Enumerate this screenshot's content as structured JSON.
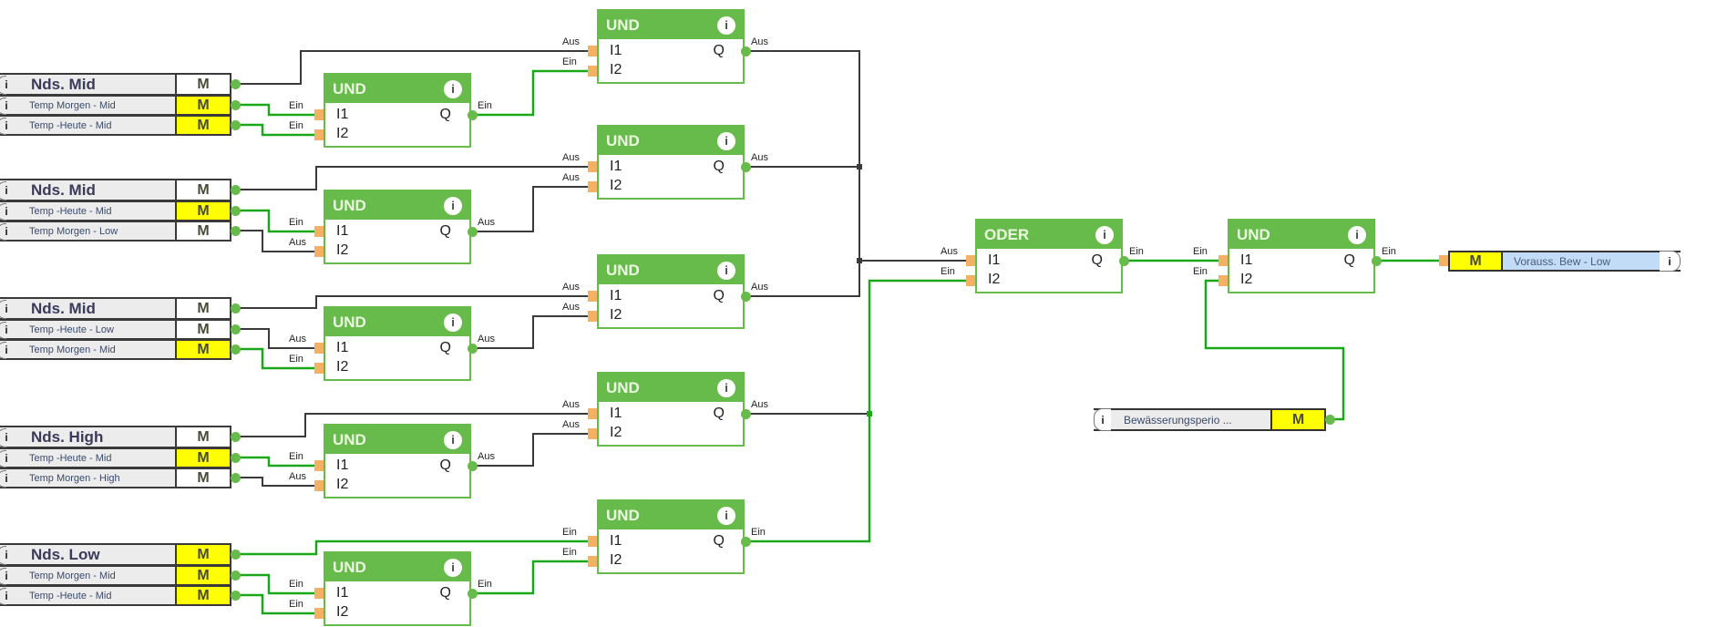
{
  "colors": {
    "block_green": "#66bb4a",
    "wire_on": "#1aa81a",
    "wire_off": "#3a3a3a",
    "pin_orange": "#f4b164",
    "marker_yellow": "#ffff00",
    "output_blue": "#c2dcf8"
  },
  "icons": {
    "info": "i"
  },
  "groups": [
    {
      "inputs": [
        {
          "name": "Nds. Mid",
          "value": "M",
          "active": false
        },
        {
          "name": "Temp Morgen - Mid",
          "value": "M",
          "active": true
        },
        {
          "name": "Temp -Heute - Mid",
          "value": "M",
          "active": true
        }
      ],
      "inner_and": {
        "title": "UND",
        "i1": "I1",
        "i2": "I2",
        "q": "Q",
        "in1_label": "Ein",
        "in2_label": "Ein",
        "out_label": "Ein"
      },
      "outer_and": {
        "title": "UND",
        "i1": "I1",
        "i2": "I2",
        "q": "Q",
        "in1_label": "Aus",
        "in2_label": "Ein",
        "out_label": "Aus"
      }
    },
    {
      "inputs": [
        {
          "name": "Nds. Mid",
          "value": "M",
          "active": false
        },
        {
          "name": "Temp -Heute - Mid",
          "value": "M",
          "active": true
        },
        {
          "name": "Temp Morgen - Low",
          "value": "M",
          "active": false
        }
      ],
      "inner_and": {
        "title": "UND",
        "i1": "I1",
        "i2": "I2",
        "q": "Q",
        "in1_label": "Ein",
        "in2_label": "Aus",
        "out_label": "Aus"
      },
      "outer_and": {
        "title": "UND",
        "i1": "I1",
        "i2": "I2",
        "q": "Q",
        "in1_label": "Aus",
        "in2_label": "Aus",
        "out_label": "Aus"
      }
    },
    {
      "inputs": [
        {
          "name": "Nds. Mid",
          "value": "M",
          "active": false
        },
        {
          "name": "Temp -Heute - Low",
          "value": "M",
          "active": false
        },
        {
          "name": "Temp Morgen - Mid",
          "value": "M",
          "active": true
        }
      ],
      "inner_and": {
        "title": "UND",
        "i1": "I1",
        "i2": "I2",
        "q": "Q",
        "in1_label": "Aus",
        "in2_label": "Ein",
        "out_label": "Aus"
      },
      "outer_and": {
        "title": "UND",
        "i1": "I1",
        "i2": "I2",
        "q": "Q",
        "in1_label": "Aus",
        "in2_label": "Aus",
        "out_label": "Aus"
      }
    },
    {
      "inputs": [
        {
          "name": "Nds. High",
          "value": "M",
          "active": false
        },
        {
          "name": "Temp -Heute - Mid",
          "value": "M",
          "active": true
        },
        {
          "name": "Temp Morgen - High",
          "value": "M",
          "active": false
        }
      ],
      "inner_and": {
        "title": "UND",
        "i1": "I1",
        "i2": "I2",
        "q": "Q",
        "in1_label": "Ein",
        "in2_label": "Aus",
        "out_label": "Aus"
      },
      "outer_and": {
        "title": "UND",
        "i1": "I1",
        "i2": "I2",
        "q": "Q",
        "in1_label": "Aus",
        "in2_label": "Aus",
        "out_label": "Aus"
      }
    },
    {
      "inputs": [
        {
          "name": "Nds. Low",
          "value": "M",
          "active": true
        },
        {
          "name": "Temp Morgen - Mid",
          "value": "M",
          "active": true
        },
        {
          "name": "Temp -Heute - Mid",
          "value": "M",
          "active": true
        }
      ],
      "inner_and": {
        "title": "UND",
        "i1": "I1",
        "i2": "I2",
        "q": "Q",
        "in1_label": "Ein",
        "in2_label": "Ein",
        "out_label": "Ein"
      },
      "outer_and": {
        "title": "UND",
        "i1": "I1",
        "i2": "I2",
        "q": "Q",
        "in1_label": "Ein",
        "in2_label": "Ein",
        "out_label": "Ein"
      }
    }
  ],
  "or_block": {
    "title": "ODER",
    "i1": "I1",
    "i2": "I2",
    "q": "Q",
    "in1_label": "Aus",
    "in2_label": "Ein",
    "out_label": "Ein"
  },
  "final_and": {
    "title": "UND",
    "i1": "I1",
    "i2": "I2",
    "q": "Q",
    "in1_label": "Ein",
    "in2_label": "Ein",
    "out_label": "Ein"
  },
  "period_input": {
    "name": "Bewässerungsperio ...",
    "value": "M",
    "active": true
  },
  "output": {
    "name": "Vorauss. Bew - Low",
    "value": "M",
    "active": true
  }
}
